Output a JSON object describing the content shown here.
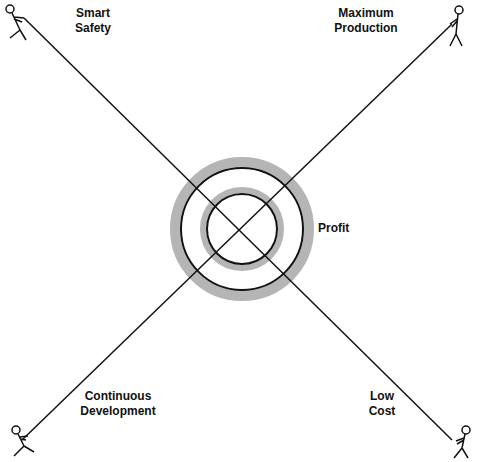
{
  "diagram": {
    "labels": [
      "Smart Safety",
      "Maximum Production",
      "Profit",
      "Continuous Development",
      "Low Cost"
    ]
  }
}
